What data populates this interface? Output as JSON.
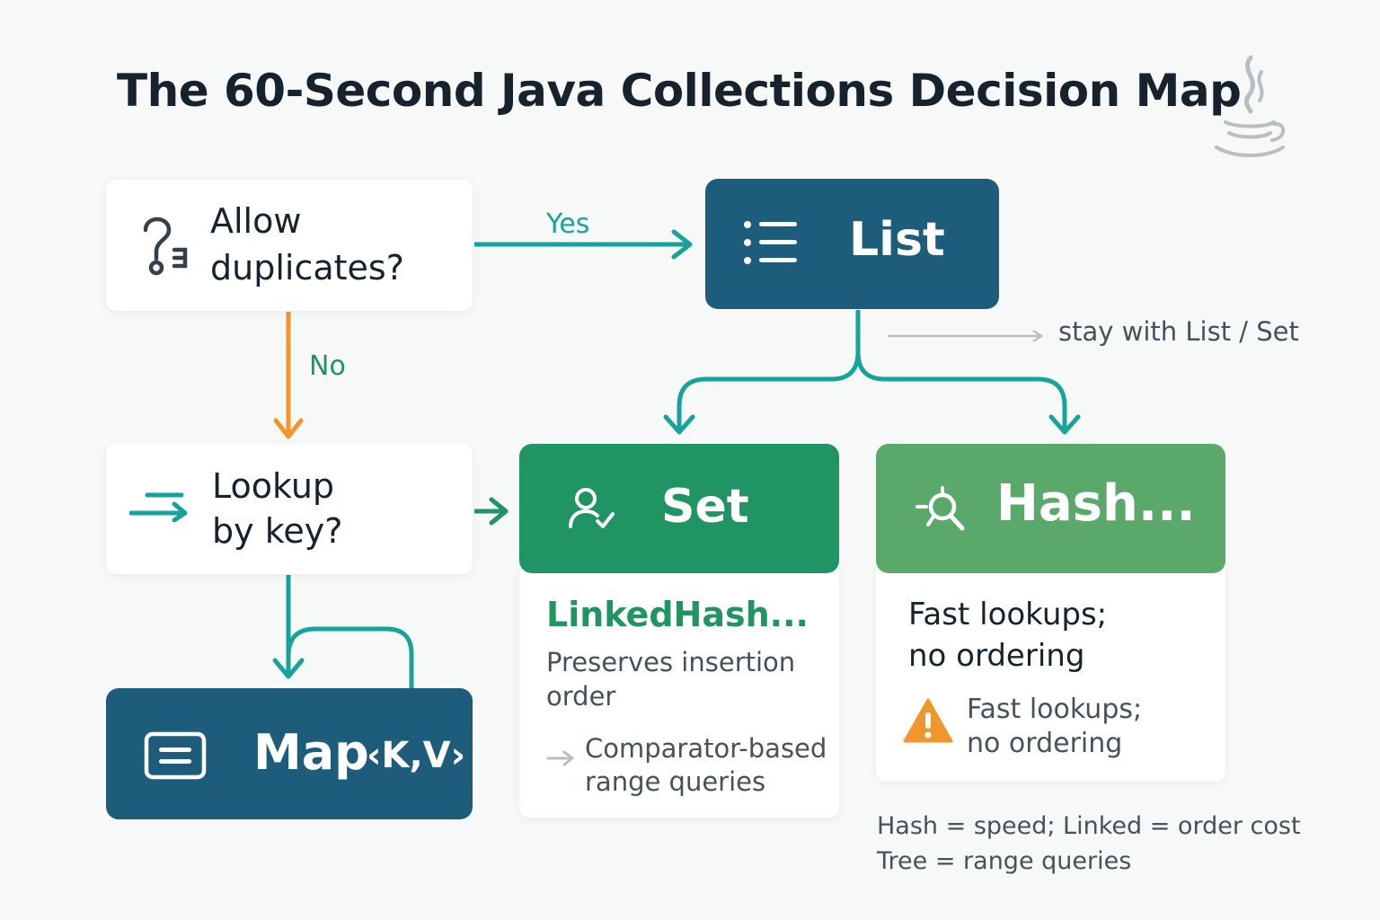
{
  "title": "The 60-Second Java Collections Decision Map",
  "colors": {
    "navy": "#1d5c7a",
    "set_green": "#219463",
    "hash_green": "#5aa96a",
    "teal": "#17a39c",
    "orange": "#f0962c",
    "warning": "#f0962c"
  },
  "icons": {
    "logo": "java-cup-icon",
    "question": "question-icon",
    "list": "list-icon",
    "arrows": "double-arrow-icon",
    "set": "person-check-icon",
    "hash": "magnifier-icon",
    "map": "document-icon",
    "warning": "warning-icon"
  },
  "nodes": {
    "allow_duplicates": {
      "line1": "Allow",
      "line2": "duplicates?"
    },
    "list": {
      "label": "List"
    },
    "lookup": {
      "line1": "Lookup",
      "line2": "by key?"
    },
    "set": {
      "label": "Set"
    },
    "hash": {
      "label": "Hash..."
    },
    "map": {
      "label": "Map",
      "generic": "‹K,V›"
    }
  },
  "edges": {
    "yes": "Yes",
    "no": "No",
    "stay": "stay with List / Set"
  },
  "linked_panel": {
    "title": "LinkedHash...",
    "desc_line1": "Preserves insertion",
    "desc_line2": "order",
    "sub_line1": "Comparator-based",
    "sub_line2": "range queries"
  },
  "hash_panel": {
    "line1": "Fast lookups;",
    "line2": "no ordering",
    "warn_line1": "Fast lookups;",
    "warn_line2": "no ordering"
  },
  "footer": {
    "line1": "Hash = speed;  Linked = order cost",
    "line2": "Tree = range queries"
  }
}
